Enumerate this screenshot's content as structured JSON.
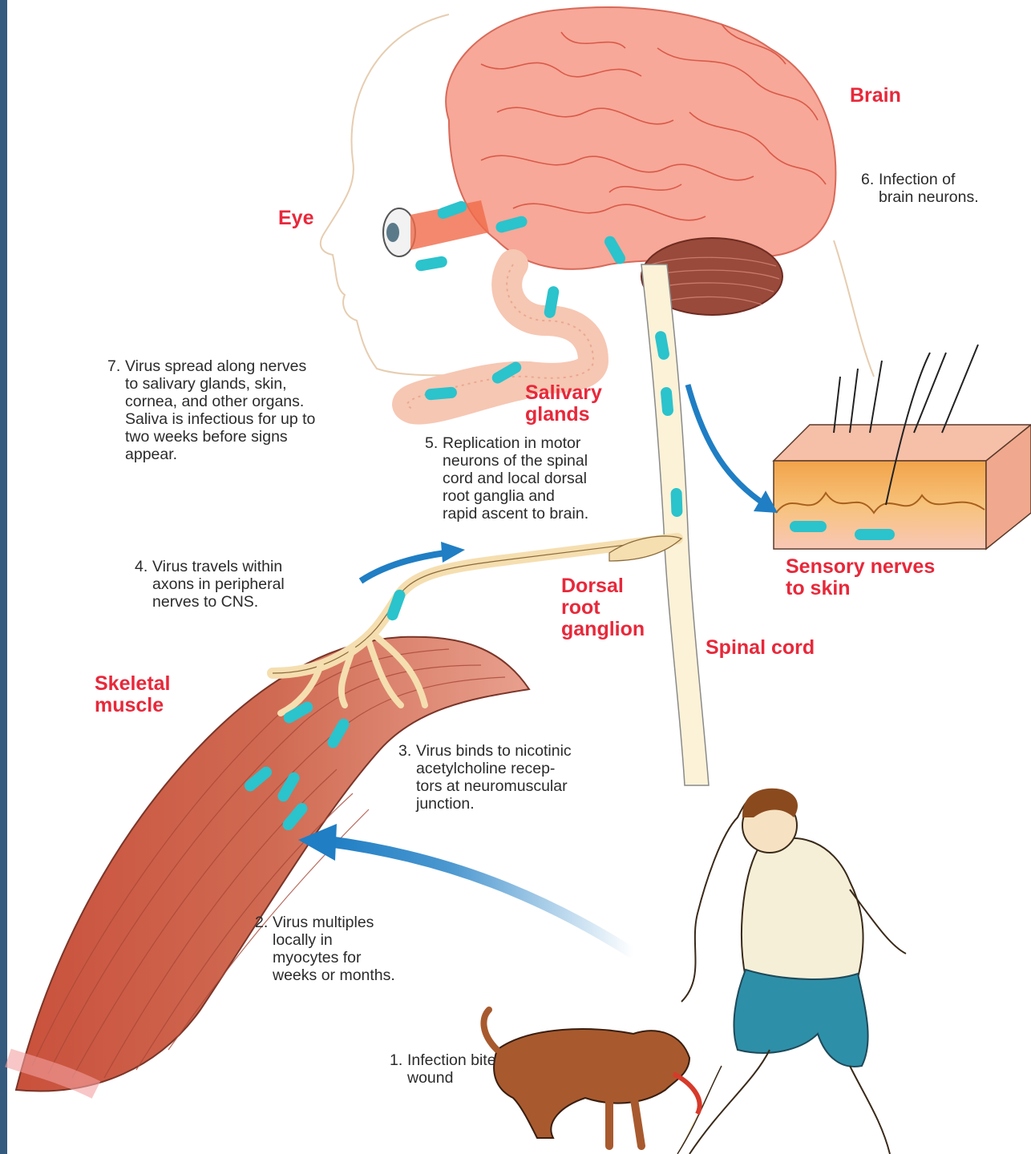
{
  "colors": {
    "label_red": "#e8283a",
    "virus_teal": "#2bc3cc",
    "arrow_blue": "#1f7ec4",
    "brain_pink": "#f7a898",
    "muscle_red": "#c8604a",
    "left_bar": "#345a7e"
  },
  "labels": {
    "brain": "Brain",
    "eye": "Eye",
    "salivary_glands": "Salivary\nglands",
    "sensory_nerves": "Sensory nerves\nto skin",
    "dorsal_root_ganglion": "Dorsal\nroot\nganglion",
    "spinal_cord": "Spinal cord",
    "skeletal_muscle": "Skeletal\nmuscle"
  },
  "steps": [
    {
      "num": "1.",
      "text": "Infection bite\nwound"
    },
    {
      "num": "2.",
      "text": "Virus multiples\nlocally in\nmyocytes for\nweeks or months."
    },
    {
      "num": "3.",
      "text": "Virus binds to nicotinic\nacetylcholine recep-\ntors at neuromuscular\njunction."
    },
    {
      "num": "4.",
      "text": "Virus travels within\naxons in peripheral\nnerves to CNS."
    },
    {
      "num": "5.",
      "text": "Replication in motor\nneurons of the spinal\ncord and local dorsal\nroot ganglia and\nrapid ascent to brain."
    },
    {
      "num": "6.",
      "text": "Infection of\nbrain neurons."
    },
    {
      "num": "7.",
      "text": "Virus spread along nerves\nto  salivary glands, skin,\ncornea, and other organs.\nSaliva is infectious for up to\ntwo weeks before signs\nappear."
    }
  ]
}
